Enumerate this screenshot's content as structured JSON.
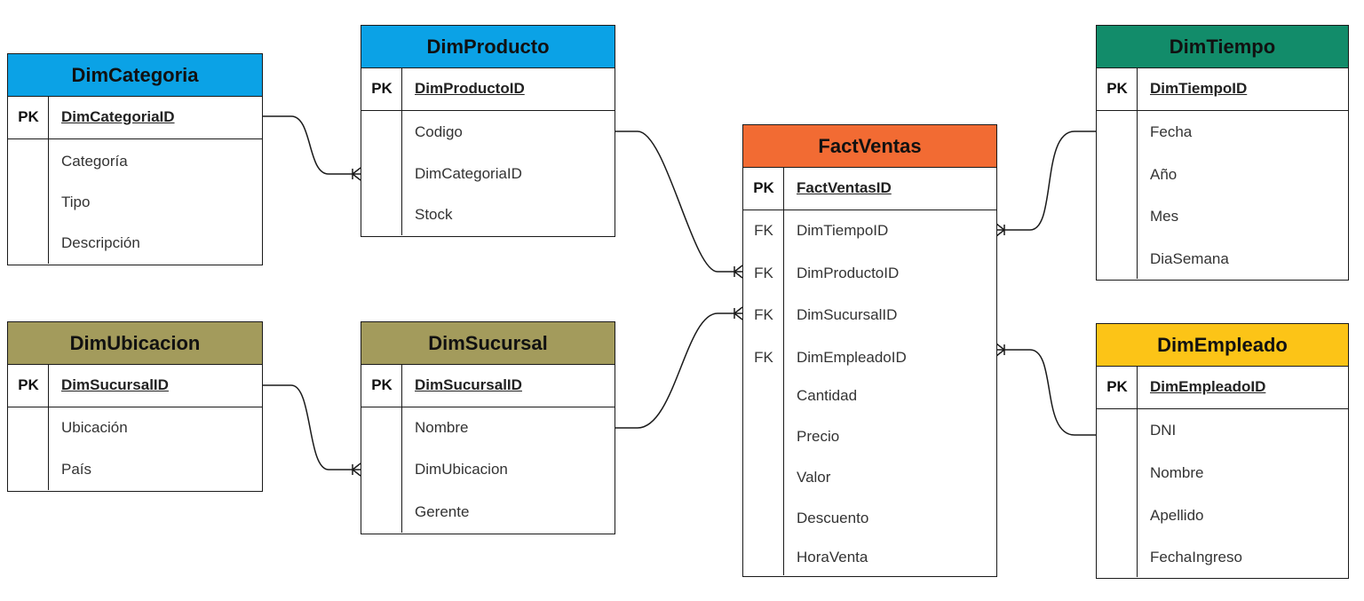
{
  "colors": {
    "fact": "#f26b33",
    "producto": "#0ba2e6",
    "ubicacion": "#a39b5c",
    "tiempo": "#128c6a",
    "empleado": "#fcc417",
    "line": "#1a1a1a"
  },
  "entities": {
    "dim_categoria": {
      "title": "DimCategoria",
      "pk_tag": "PK",
      "pk": "DimCategoriaID",
      "attributes": [
        "Categoría",
        "Tipo",
        "Descripción"
      ]
    },
    "dim_producto": {
      "title": "DimProducto",
      "pk_tag": "PK",
      "pk": "DimProductoID",
      "attributes": [
        "Codigo",
        "DimCategoriaID",
        "Stock"
      ]
    },
    "dim_ubicacion": {
      "title": "DimUbicacion",
      "pk_tag": "PK",
      "pk": "DimSucursalID",
      "attributes": [
        "Ubicación",
        "País"
      ]
    },
    "dim_sucursal": {
      "title": "DimSucursal",
      "pk_tag": "PK",
      "pk": "DimSucursalID",
      "attributes": [
        "Nombre",
        "DimUbicacion",
        "Gerente"
      ]
    },
    "fact_ventas": {
      "title": "FactVentas",
      "pk_tag": "PK",
      "pk": "FactVentasID",
      "fk_tag": "FK",
      "fk_attributes": [
        "DimTiempoID",
        "DimProductoID",
        "DimSucursalID",
        "DimEmpleadoID"
      ],
      "attributes": [
        "Cantidad",
        "Precio",
        "Valor",
        "Descuento",
        "HoraVenta"
      ]
    },
    "dim_tiempo": {
      "title": "DimTiempo",
      "pk_tag": "PK",
      "pk": "DimTiempoID",
      "attributes": [
        "Fecha",
        "Año",
        "Mes",
        "DiaSemana"
      ]
    },
    "dim_empleado": {
      "title": "DimEmpleado",
      "pk_tag": "PK",
      "pk": "DimEmpleadoID",
      "attributes": [
        "DNI",
        "Nombre",
        "Apellido",
        "FechaIngreso"
      ]
    }
  },
  "relationships": [
    {
      "from": "DimCategoria",
      "to": "DimProducto",
      "cardinality": "one-to-many"
    },
    {
      "from": "DimProducto",
      "to": "FactVentas",
      "cardinality": "one-to-many"
    },
    {
      "from": "DimUbicacion",
      "to": "DimSucursal",
      "cardinality": "one-to-many"
    },
    {
      "from": "DimSucursal",
      "to": "FactVentas",
      "cardinality": "one-to-many"
    },
    {
      "from": "DimTiempo",
      "to": "FactVentas",
      "cardinality": "one-to-many"
    },
    {
      "from": "DimEmpleado",
      "to": "FactVentas",
      "cardinality": "one-to-many"
    }
  ]
}
